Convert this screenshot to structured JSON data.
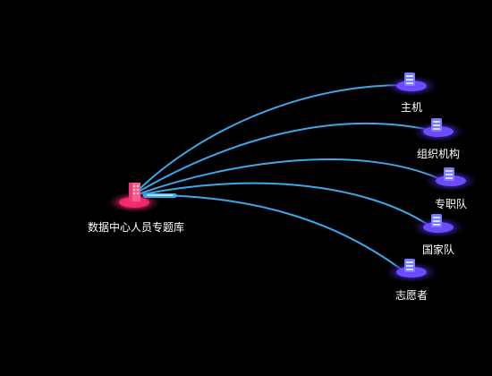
{
  "source": {
    "label": "数据中心人员专题库"
  },
  "targets": [
    {
      "label": "主机"
    },
    {
      "label": "组织机构"
    },
    {
      "label": "专职队"
    },
    {
      "label": "国家队"
    },
    {
      "label": "志愿者"
    }
  ],
  "colors": {
    "background": "#000000",
    "link": "#3da7e8",
    "source_glow": "#e0336f",
    "source_building": "#ff5a8a",
    "target_glow": "#5a3de0",
    "target_icon": "#7b7dff",
    "text": "#ffffff"
  },
  "icons": {
    "source": "building-icon",
    "target": "database-icon"
  }
}
